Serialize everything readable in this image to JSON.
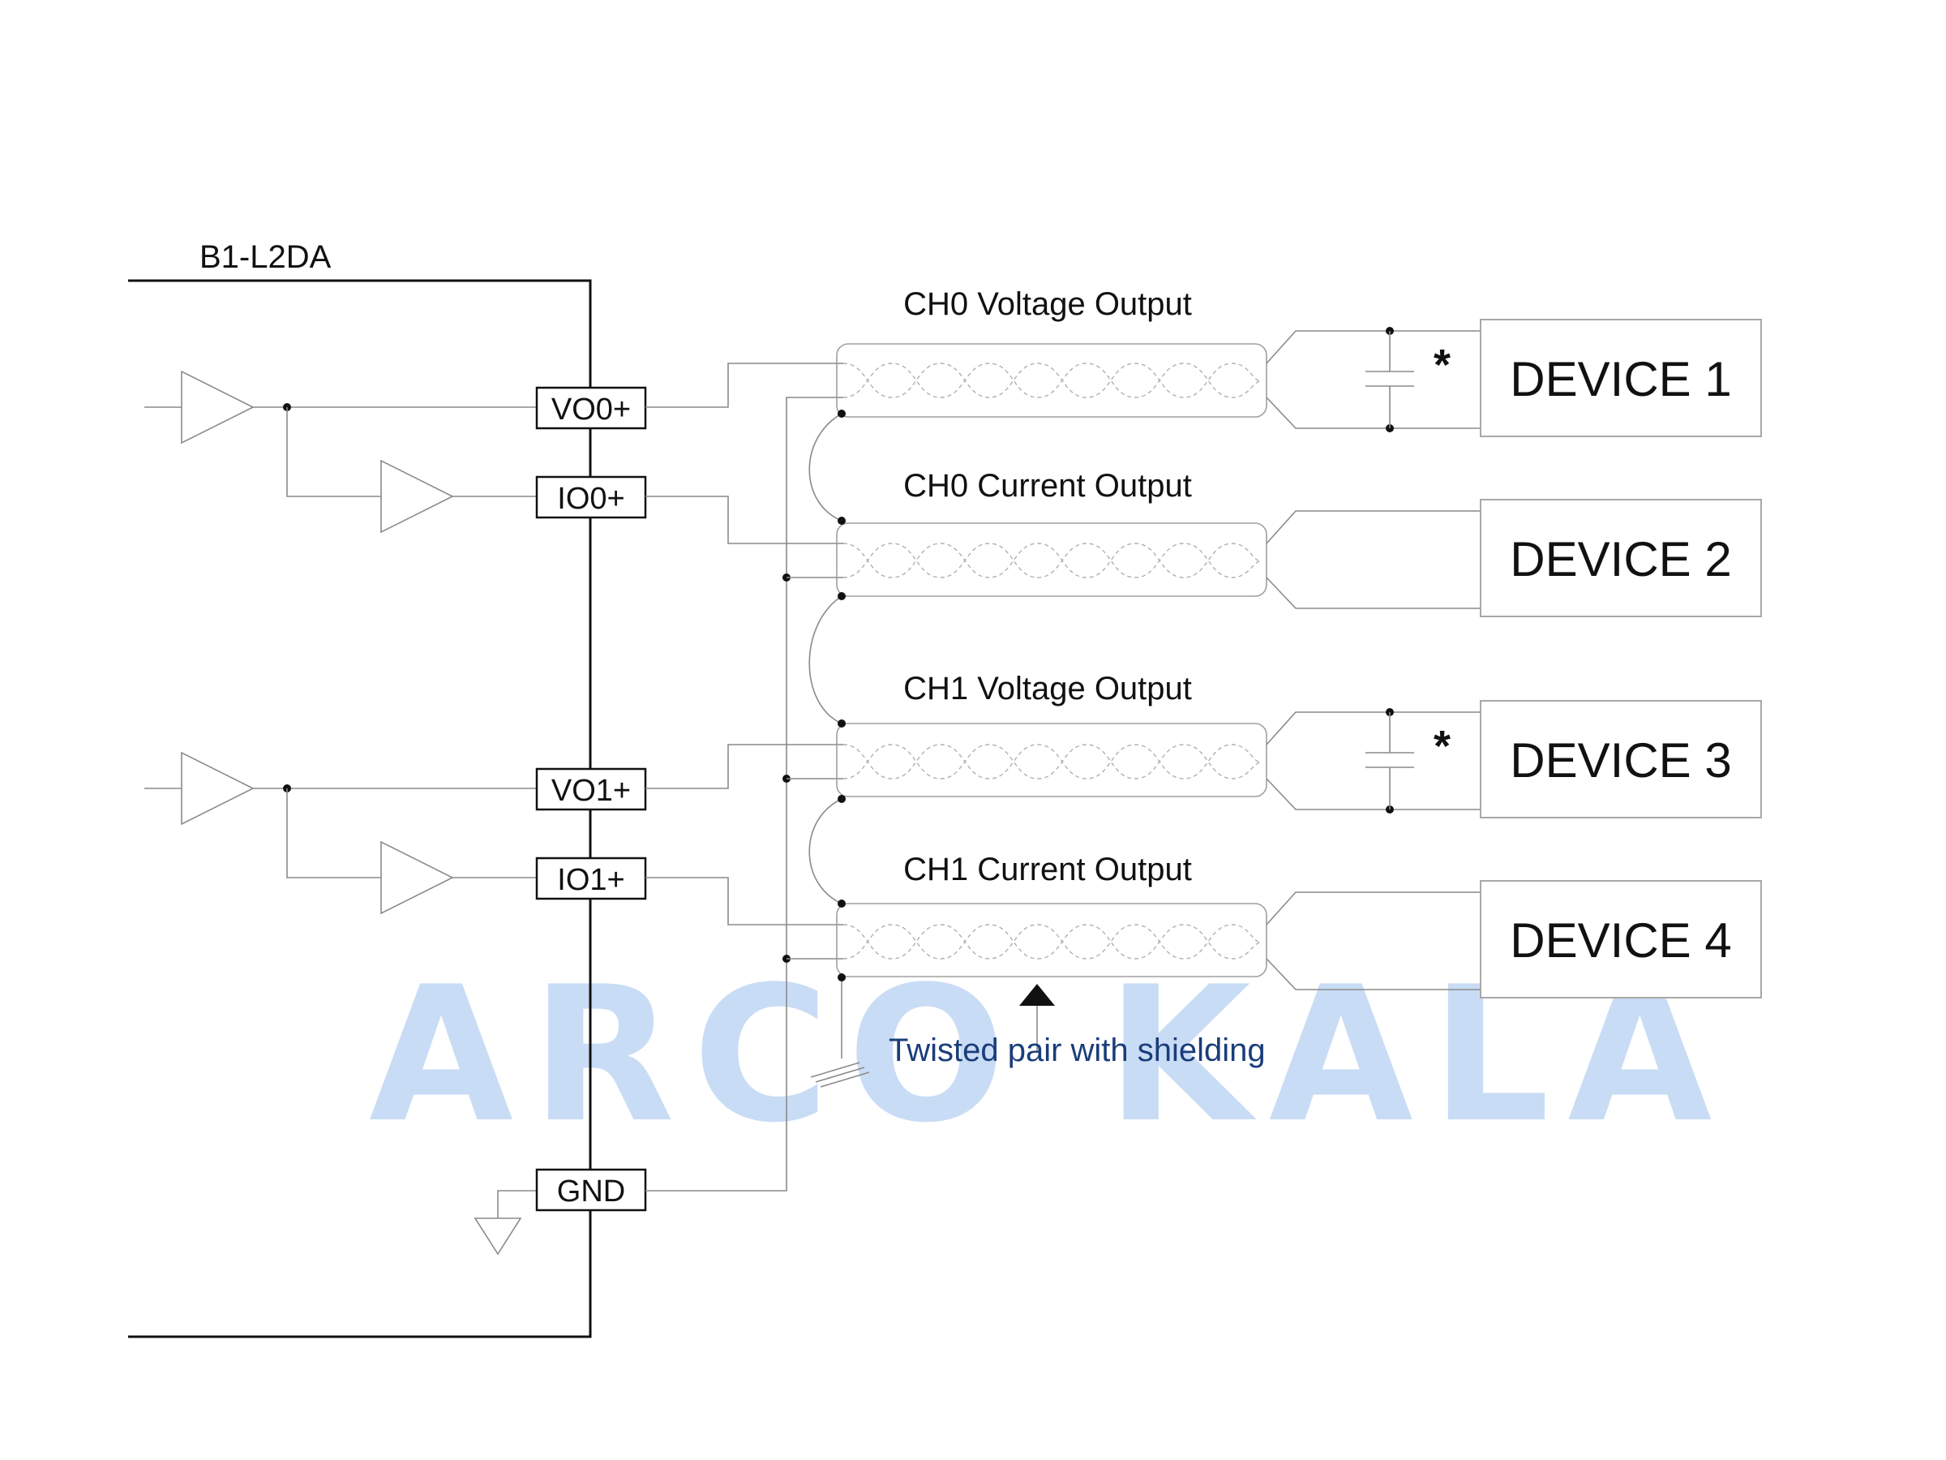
{
  "module": {
    "title": "B1-L2DA"
  },
  "terminals": [
    {
      "id": "vo0",
      "label": "VO0+"
    },
    {
      "id": "io0",
      "label": "IO0+"
    },
    {
      "id": "vo1",
      "label": "VO1+"
    },
    {
      "id": "io1",
      "label": "IO1+"
    },
    {
      "id": "gnd",
      "label": "GND"
    }
  ],
  "cables": [
    {
      "label": "CH0 Voltage Output"
    },
    {
      "label": "CH0 Current Output"
    },
    {
      "label": "CH1 Voltage Output"
    },
    {
      "label": "CH1 Current Output"
    }
  ],
  "devices": [
    {
      "label": "DEVICE 1",
      "capacitor_mark": "*"
    },
    {
      "label": "DEVICE 2",
      "capacitor_mark": ""
    },
    {
      "label": "DEVICE 3",
      "capacitor_mark": "*"
    },
    {
      "label": "DEVICE 4",
      "capacitor_mark": ""
    }
  ],
  "shield_note": "Twisted pair with shielding",
  "watermark": "ARCO KALA"
}
